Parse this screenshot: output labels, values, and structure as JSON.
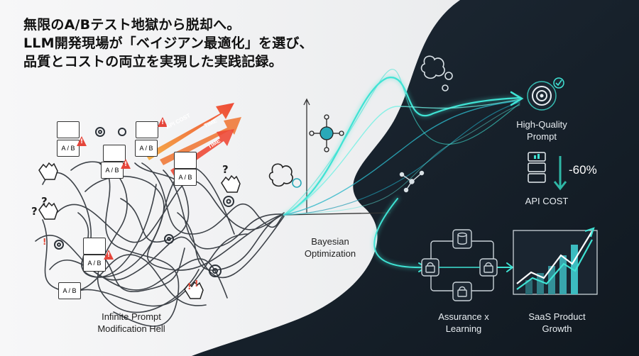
{
  "headline": {
    "line1": "無限のA/Bテスト地獄から脱却へ。",
    "line2": "LLM開発現場が「ベイジアン最適化」を選び、",
    "line3": "品質とコストの両立を実現した実践記録。"
  },
  "labels": {
    "hell_line1": "Infinite Prompt",
    "hell_line2": "Modification Hell",
    "bayes_line1": "Bayesian",
    "bayes_line2": "Optimization",
    "quality_line1": "High-Quality",
    "quality_line2": "Prompt",
    "cost_reduction": "-60%",
    "api_cost": "API COST",
    "assurance_line1": "Assurance x",
    "assurance_line2": "Learning",
    "saas_line1": "SaaS Product",
    "saas_line2": "Growth"
  },
  "arrows": {
    "api_cost": "API COST",
    "time_upper": "TIME",
    "time_lower": "TIME"
  },
  "cards": {
    "ab": "A / B",
    "warning": "!"
  },
  "colors": {
    "accent_cyan": "#3fe3d4",
    "dark_bg": "#17222c",
    "arrow_red": "#ee4a37",
    "arrow_orange": "#f5913a"
  }
}
